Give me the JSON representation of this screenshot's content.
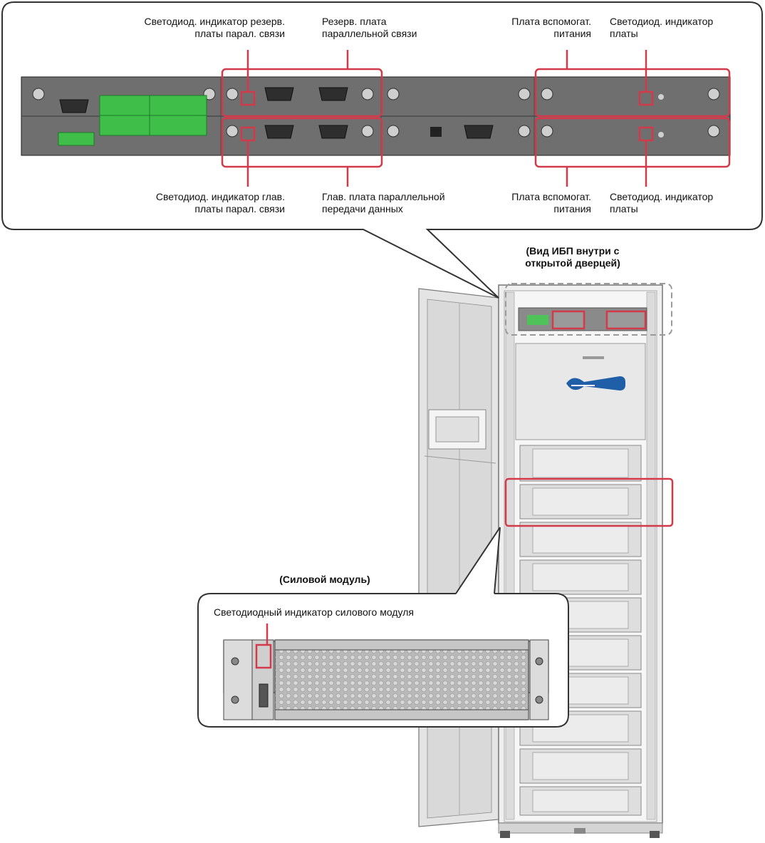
{
  "top_callout": {
    "labels": {
      "backup_parallel_led": [
        "Светодиод. индикатор резерв.",
        "платы парал. связи"
      ],
      "backup_parallel_board": [
        "Резерв. плата",
        "параллельной связи"
      ],
      "aux_power_board_top": [
        "Плата вспомогат.",
        "питания"
      ],
      "board_led_top": [
        "Светодиод. индикатор",
        "платы"
      ],
      "main_parallel_led": [
        "Светодиод. индикатор глав.",
        "платы парал. связи"
      ],
      "main_parallel_board": [
        "Глав. плата параллельной",
        "передачи данных"
      ],
      "aux_power_board_bottom": [
        "Плата вспомогат.",
        "питания"
      ],
      "board_led_bottom": [
        "Светодиод. индикатор",
        "платы"
      ]
    }
  },
  "ups_view": {
    "caption": [
      "(Вид ИБП внутри с",
      "открытой дверцей)"
    ]
  },
  "power_module_callout": {
    "caption": "(Силовой модуль)",
    "led_label": "Светодиодный индикатор силового модуля"
  },
  "colors": {
    "highlight": "#d23a4a",
    "panel": "#6f6f6f",
    "terminal": "#3fbf4a",
    "switch_handle": "#1f5fa8",
    "callout_border": "#333333"
  }
}
